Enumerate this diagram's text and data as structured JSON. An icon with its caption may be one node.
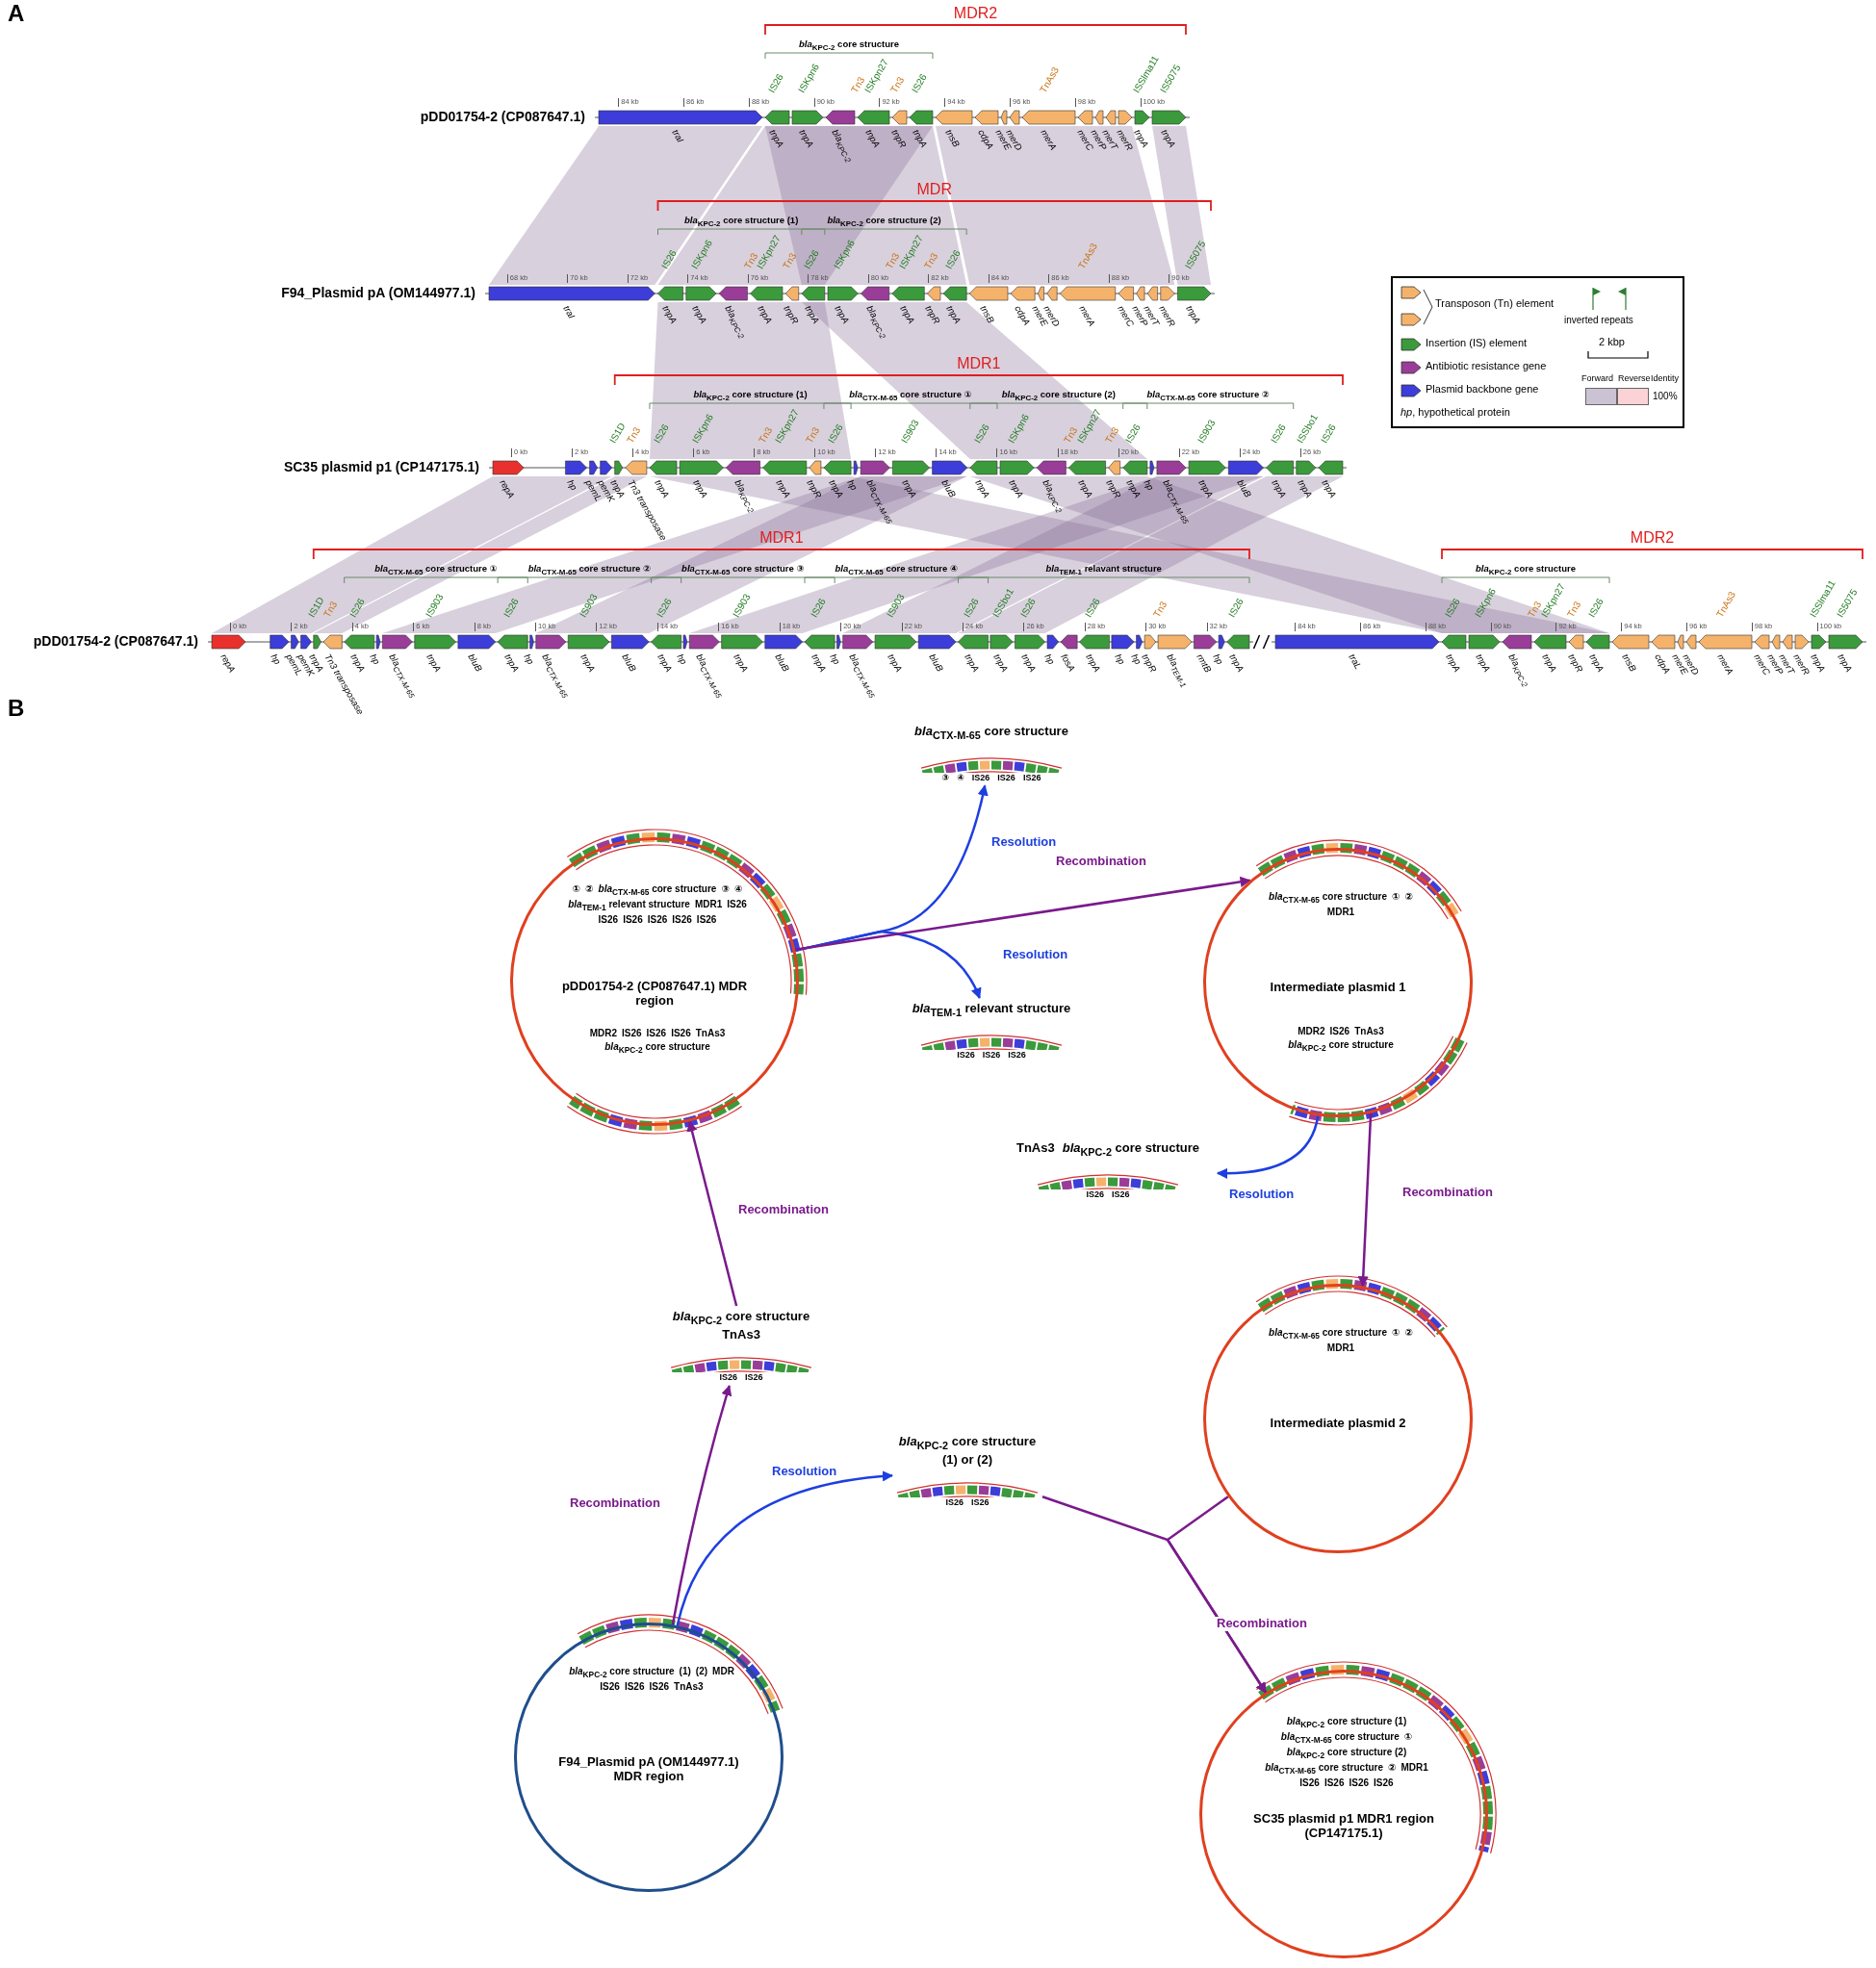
{
  "diagram": {
    "nodes": [
      {
        "text": [
          "*bla*$_{CTX-M-65}$ core structure",
          "③",
          "④",
          "IS26",
          "IS26",
          "IS26"
        ]
      },
      {
        "text": [
          "pDD01754-2 (CP087647.1) MDR region",
          "①",
          "②",
          "*bla*$_{CTX-M-65}$ core structure",
          "③",
          "④",
          "*bla*$_{TEM-1}$ relevant structure",
          "MDR1",
          "IS26",
          "IS26",
          "IS26",
          "IS26",
          "IS26",
          "IS26",
          "MDR2",
          "IS26",
          "IS26",
          "IS26",
          "TnAs3",
          "*bla*$_{KPC-2}$ core structure"
        ]
      },
      {
        "text": [
          "*bla*$_{TEM-1}$ relevant structure",
          "IS26",
          "IS26",
          "IS26"
        ]
      },
      {
        "text": [
          "Intermediate plasmid 1",
          "*bla*$_{CTX-M-65}$ core structure",
          "①",
          "②",
          "MDR1",
          "MDR2",
          "IS26",
          "TnAs3",
          "*bla*$_{KPC-2}$ core structure"
        ]
      },
      {
        "text": [
          "TnAs3",
          "*bla*$_{KPC-2}$ core structure",
          "IS26",
          "IS26"
        ]
      },
      {
        "text": [
          "Intermediate plasmid 2",
          "*bla*$_{CTX-M-65}$ core structure",
          "①",
          "②",
          "MDR1"
        ]
      },
      {
        "text": [
          "*bla*$_{KPC-2}$ core structure",
          "TnAs3",
          "IS26",
          "IS26"
        ]
      },
      {
        "text": [
          "*bla*$_{KPC-2}$ core structure (1) or (2)",
          "IS26",
          "IS26"
        ]
      },
      {
        "text": [
          "F94_Plasmid pA (OM144977.1) MDR region",
          "*bla*$_{KPC-2}$ core structure",
          "(1)",
          "(2)",
          "MDR",
          "IS26",
          "IS26",
          "IS26",
          "TnAs3"
        ]
      },
      {
        "text": [
          "SC35 plasmid p1 MDR1 region (CP147175.1)",
          "*bla*$_{KPC-2}$ core structure (1)",
          "*bla*$_{CTX-M-65}$ core structure",
          "①",
          "*bla*$_{KPC-2}$ core structure (2)",
          "*bla*$_{CTX-M-65}$ core structure",
          "②",
          "MDR1",
          "IS26",
          "IS26",
          "IS26",
          "IS26"
        ]
      }
    ],
    "edges": [
      {
        "from": 1,
        "to": 0,
        "arrow": "to",
        "label": "Resolution",
        "color": "#1d3fe0"
      },
      {
        "from": 1,
        "to": 2,
        "arrow": "to",
        "label": "Resolution",
        "color": "#1d3fe0"
      },
      {
        "from": 1,
        "to": 3,
        "arrow": "to",
        "label": "Recombination"
      },
      {
        "from": 3,
        "to": 4,
        "arrow": "to",
        "label": "Resolution",
        "color": "#1d3fe0"
      },
      {
        "from": 3,
        "to": 5,
        "arrow": "to",
        "label": "Recombination"
      },
      {
        "from": 8,
        "to": 6,
        "arrow": "to",
        "label": "Recombination"
      },
      {
        "from": 6,
        "to": 1,
        "arrow": "to",
        "label": "Recombination"
      },
      {
        "from": 8,
        "to": 7,
        "arrow": "to",
        "label": "Resolution",
        "color": "#1d3fe0"
      },
      {
        "from": 7,
        "to": 9,
        "arrow": "to",
        "label": "Recombination"
      },
      {
        "from": 5,
        "to": 9,
        "arrow": "to"
      }
    ],
    "labels": [
      "A",
      "MDR2",
      "*bla*$_{KPC-2}$ core structure",
      "IS26",
      "ISKpn6",
      "Tn3",
      "ISKpn27",
      "Tn3",
      "IS26",
      "TnAs3",
      "ISSlma11",
      "IS5075",
      "84 kb",
      "86 kb",
      "88 kb",
      "90 kb",
      "92 kb",
      "94 kb",
      "96 kb",
      "98 kb",
      "100 kb",
      "pDD01754-2 (CP087647.1)",
      "traI",
      "tnpA",
      "tnpA",
      "*bla*$_{KPC-2}$",
      "tnpA",
      "tnpR",
      "tnpA",
      "tnsB",
      "cdpA",
      "merE",
      "merD",
      "merA",
      "merC",
      "merP",
      "merT",
      "merR",
      "tnpA",
      "tnpA",
      "MDR",
      "*bla*$_{KPC-2}$ core structure (1)",
      "*bla*$_{KPC-2}$ core structure (2)",
      "IS26",
      "ISKpn6",
      "Tn3",
      "ISKpn27",
      "Tn3",
      "IS26",
      "ISKpn6",
      "Tn3",
      "ISKpn27",
      "Tn3",
      "IS26",
      "TnAs3",
      "IS5075",
      "68 kb",
      "70 kb",
      "72 kb",
      "74 kb",
      "76 kb",
      "78 kb",
      "80 kb",
      "82 kb",
      "84 kb",
      "86 kb",
      "88 kb",
      "90 kb",
      "F94_Plasmid pA (OM144977.1)",
      "traI",
      "tnpA",
      "tnpA",
      "*bla*$_{KPC-2}$",
      "tnpA",
      "tnpR",
      "tnpA",
      "tnpA",
      "*bla*$_{KPC-2}$",
      "tnpA",
      "tnpR",
      "tnpA",
      "tnsB",
      "cdpA",
      "merE",
      "merD",
      "merA",
      "merC",
      "merP",
      "merT",
      "merR",
      "tnpA",
      "MDR1",
      "*bla*$_{KPC-2}$ core structure (1)",
      "*bla*$_{CTX-M-65}$ core structure ①",
      "*bla*$_{KPC-2}$ core structure (2)",
      "*bla*$_{CTX-M-65}$ core structure ②",
      "IS1D",
      "Tn3",
      "IS26",
      "ISKpn6",
      "Tn3",
      "ISKpn27",
      "Tn3",
      "IS26",
      "IS903",
      "IS26",
      "ISKpn6",
      "Tn3",
      "ISKpn27",
      "Tn3",
      "IS26",
      "IS903",
      "IS26",
      "ISSbo1",
      "IS26",
      "0 kb",
      "2 kb",
      "4 kb",
      "6 kb",
      "8 kb",
      "10 kb",
      "12 kb",
      "14 kb",
      "16 kb",
      "18 kb",
      "20 kb",
      "22 kb",
      "24 kb",
      "26 kb",
      "SC35 plasmid p1 (CP147175.1)",
      "repA",
      "hp",
      "pemL",
      "pemK",
      "tnpA",
      "Tn3 transposase",
      "tnpA",
      "tnpA",
      "*bla*$_{KPC-2}$",
      "tnpA",
      "tnpR",
      "tnpA",
      "hp",
      "*bla*$_{CTX-M-65}$",
      "tnpA",
      "bluB",
      "tnpA",
      "tnpA",
      "*bla*$_{KPC-2}$",
      "tnpA",
      "tnpR",
      "tnpA",
      "hp",
      "*bla*$_{CTX-M-65}$",
      "tnpA",
      "bluB",
      "tnpA",
      "tnpA",
      "tnpA",
      "MDR1",
      "*bla*$_{CTX-M-65}$ core structure ①",
      "*bla*$_{CTX-M-65}$ core structure ②",
      "*bla*$_{CTX-M-65}$ core structure ③",
      "*bla*$_{CTX-M-65}$ core structure ④",
      "*bla*$_{TEM-1}$ relavant structure",
      "MDR2",
      "*bla*$_{KPC-2}$ core structure",
      "IS1D",
      "Tn3",
      "IS26",
      "IS903",
      "IS26",
      "IS903",
      "IS26",
      "IS903",
      "IS26",
      "IS903",
      "IS26",
      "ISSbo1",
      "IS26",
      "IS26",
      "Tn3",
      "IS26",
      "IS26",
      "ISKpn6",
      "Tn3",
      "ISKpn27",
      "Tn3",
      "IS26",
      "TnAs3",
      "ISSlma11",
      "IS5075",
      "0 kb",
      "2 kb",
      "4 kb",
      "6 kb",
      "8 kb",
      "10 kb",
      "12 kb",
      "14 kb",
      "16 kb",
      "18 kb",
      "20 kb",
      "22 kb",
      "24 kb",
      "26 kb",
      "28 kb",
      "30 kb",
      "32 kb",
      "84 kb",
      "86 kb",
      "88 kb",
      "90 kb",
      "92 kb",
      "94 kb",
      "96 kb",
      "98 kb",
      "100 kb",
      "pDD01754-2 (CP087647.1)",
      "repA",
      "hp",
      "pemL",
      "pemK",
      "tnpA",
      "Tn3 transposase",
      "tnpA",
      "hp",
      "*bla*$_{CTX-M-65}$",
      "tnpA",
      "bluB",
      "tnpA",
      "hp",
      "*bla*$_{CTX-M-65}$",
      "tnpA",
      "bluB",
      "tnpA",
      "hp",
      "*bla*$_{CTX-M-65}$",
      "tnpA",
      "bluB",
      "tnpA",
      "hp",
      "*bla*$_{CTX-M-65}$",
      "tnpA",
      "bluB",
      "tnpA",
      "tnpA",
      "tnpA",
      "hp",
      "fosA",
      "tnpA",
      "hp",
      "hp",
      "tnpR",
      "*bla*$_{TEM-1}$",
      "rmtB",
      "hp",
      "tnpA",
      "traL",
      "tnpA",
      "tnpA",
      "*bla*$_{KPC-2}$",
      "tnpA",
      "tnpR",
      "tnpA",
      "tnsB",
      "cdpA",
      "merE",
      "merD",
      "merA",
      "merC",
      "merP",
      "merT",
      "merR",
      "tnpA",
      "tnpA",
      "*hp*, hypothetical protein",
      "2 kbp",
      "Identity",
      "100%",
      "B"
    ],
    "legend": [
      {
        "text": "Transposon (Tn) element",
        "color": "#f5b26b"
      },
      {
        "text": "Insertion (IS) element",
        "color": "#3b9a3b"
      },
      {
        "text": "Antibiotic resistance gene",
        "color": "#993d99"
      },
      {
        "text": "Plasmid backbone gene",
        "color": "#3d3dd9"
      },
      {
        "text": "inverted repeats"
      },
      {
        "text": "Forward",
        "color": "#cbc3d3"
      },
      {
        "text": "Reverse",
        "color": "#fbd3d6"
      }
    ]
  }
}
